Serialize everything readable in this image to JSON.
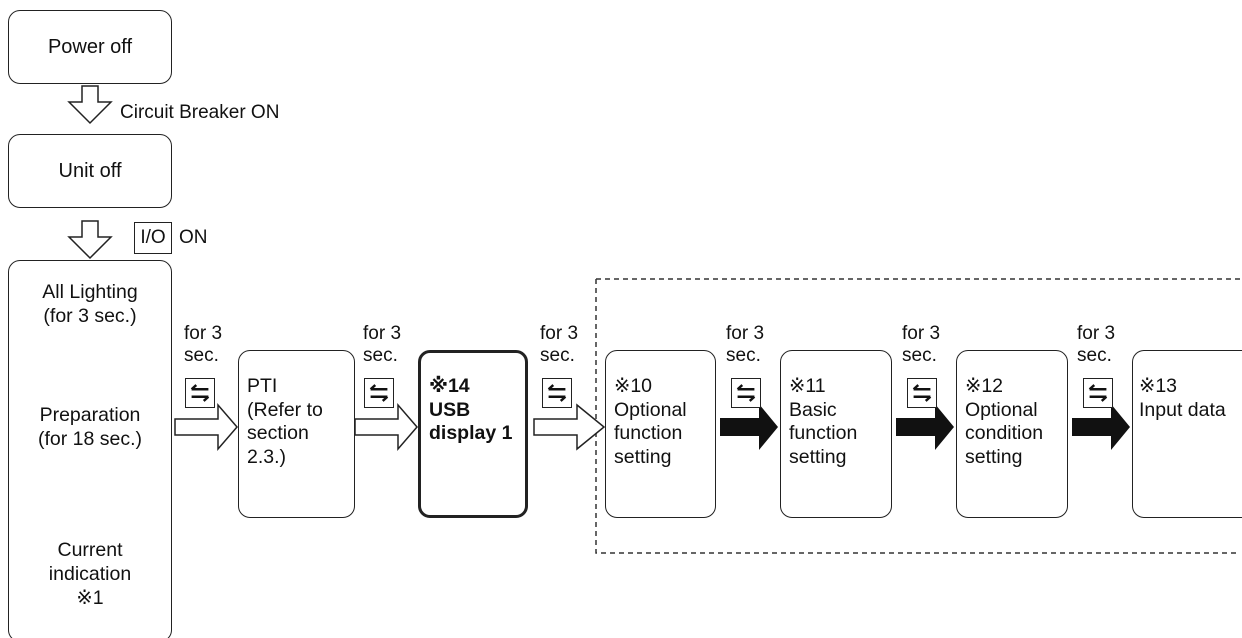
{
  "nodes": {
    "power_off": "Power off",
    "unit_off": "Unit off",
    "all_lighting": [
      "All Lighting",
      "(for 3 sec.)"
    ],
    "preparation": [
      "Preparation",
      "(for 18 sec.)"
    ],
    "current_indication": [
      "Current",
      "indication",
      "※1"
    ],
    "pti": [
      "PTI",
      "(Refer to",
      "section",
      "2.3.)"
    ],
    "usb_display": [
      "※14",
      "USB",
      "display 1"
    ],
    "optional_function": [
      "※10",
      "Optional",
      "function",
      "setting"
    ],
    "basic_function": [
      "※11",
      "Basic",
      "function",
      "setting"
    ],
    "optional_condition": [
      "※12",
      "Optional",
      "condition",
      "setting"
    ],
    "input_data": [
      "※13",
      "Input data"
    ]
  },
  "transitions": {
    "circuit_breaker": "Circuit Breaker ON",
    "io_key": "I/O",
    "io_on": "ON",
    "hold": [
      "for 3",
      "sec."
    ]
  },
  "icons": {
    "switch_key": "switch-arrows-icon",
    "hollow_arrow": "hollow-arrow-icon",
    "solid_arrow": "solid-arrow-icon"
  }
}
